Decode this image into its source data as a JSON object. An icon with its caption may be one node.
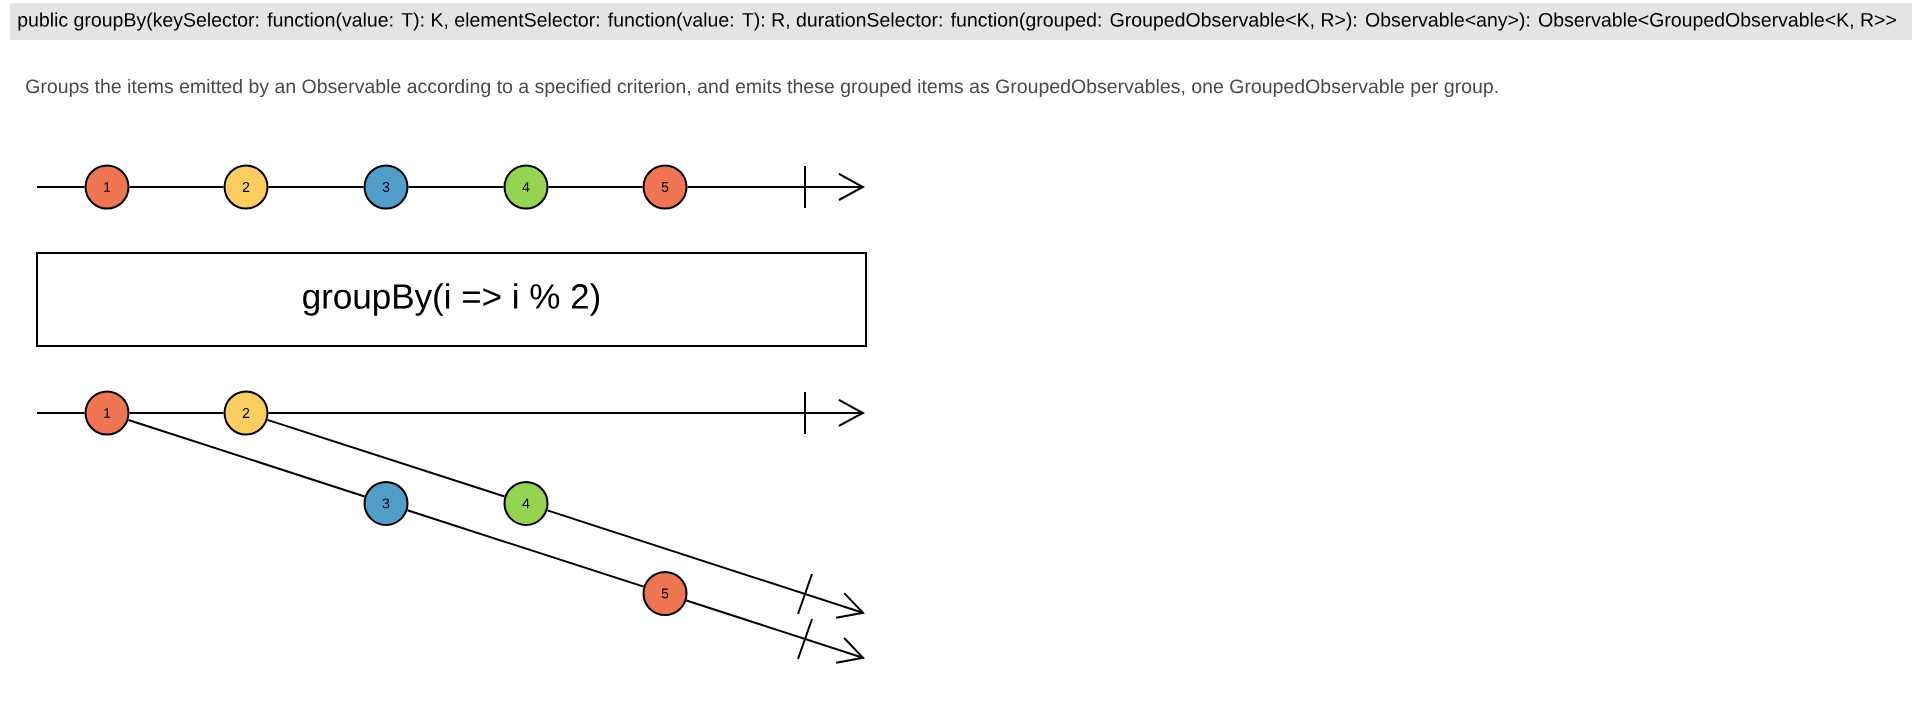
{
  "diagram": {
    "title": "public groupBy(keySelector: function(value: T): K, elementSelector: function(value: T): R, durationSelector: function(grouped: GroupedObservable<K, R>): Observable<any>): Observable<GroupedObservable<K, R>>",
    "caption": "Groups the items emitted by an Observable according to a specified criterion, and emits these grouped items as GroupedObservables, one GroupedObservable per group.",
    "nodes": [
      {
        "text": [
          "1"
        ]
      },
      {
        "text": [
          "2"
        ]
      },
      {
        "text": [
          "3"
        ]
      },
      {
        "text": [
          "4"
        ]
      },
      {
        "text": [
          "5"
        ]
      },
      {
        "text": [
          "groupBy(i => i % 2)"
        ]
      },
      {
        "text": [
          "1"
        ]
      },
      {
        "text": [
          "2"
        ]
      },
      {
        "text": [
          "3"
        ]
      },
      {
        "text": [
          "4"
        ]
      },
      {
        "text": [
          "5"
        ]
      }
    ],
    "edges": [
      {
        "from": null,
        "to": 0,
        "arrow": "none"
      },
      {
        "from": 0,
        "to": 1,
        "arrow": "none"
      },
      {
        "from": 1,
        "to": 2,
        "arrow": "none"
      },
      {
        "from": 2,
        "to": 3,
        "arrow": "none"
      },
      {
        "from": 3,
        "to": 4,
        "arrow": "none"
      },
      {
        "from": 4,
        "to": null,
        "arrow": "to"
      },
      {
        "from": null,
        "to": 6,
        "arrow": "none"
      },
      {
        "from": 6,
        "to": 7,
        "arrow": "none"
      },
      {
        "from": 7,
        "to": null,
        "arrow": "to"
      },
      {
        "from": 6,
        "to": 8,
        "arrow": "none"
      },
      {
        "from": 8,
        "to": 10,
        "arrow": "none"
      },
      {
        "from": 10,
        "to": null,
        "arrow": "to"
      },
      {
        "from": 7,
        "to": 9,
        "arrow": "none"
      },
      {
        "from": 9,
        "to": null,
        "arrow": "to"
      }
    ]
  }
}
